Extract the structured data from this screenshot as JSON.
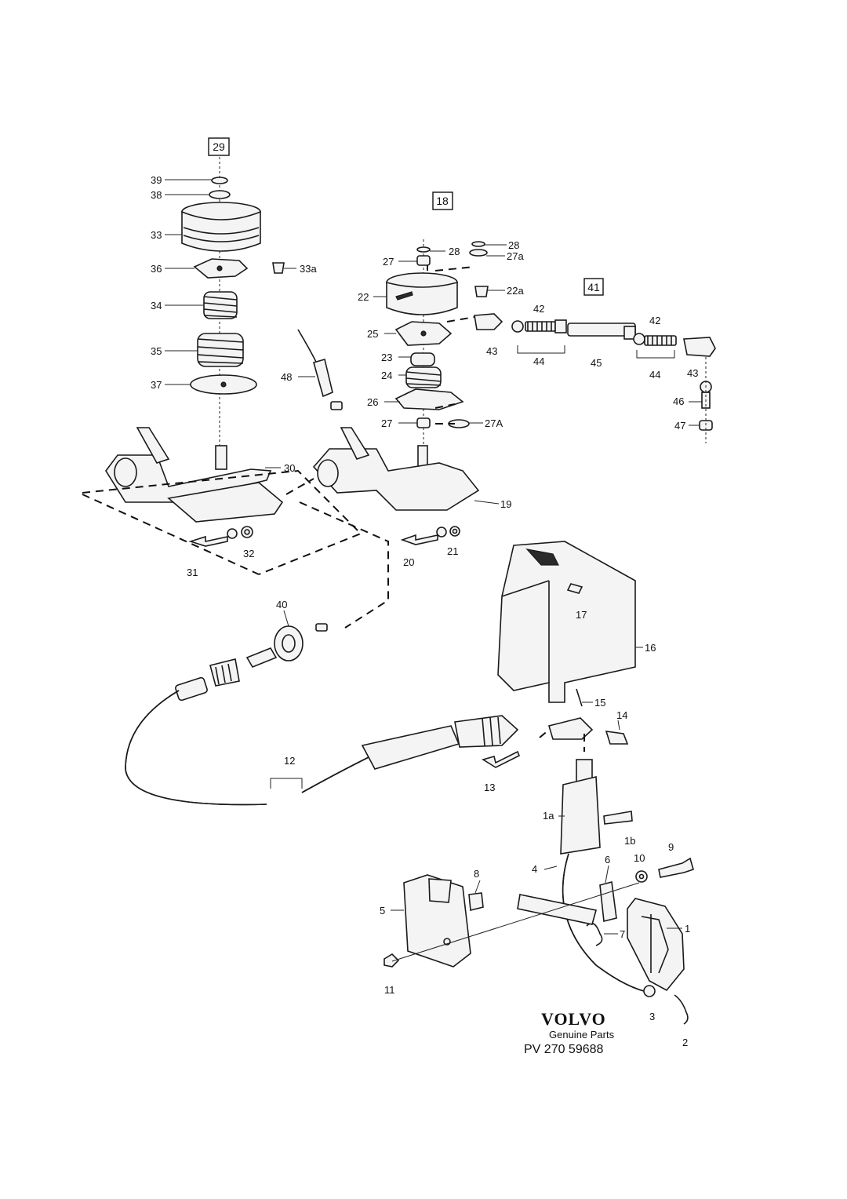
{
  "parts": {
    "p1": "1",
    "p1a": "1a",
    "p1b": "1b",
    "p2": "2",
    "p3": "3",
    "p4": "4",
    "p5": "5",
    "p6": "6",
    "p7": "7",
    "p8": "8",
    "p9": "9",
    "p10": "10",
    "p11": "11",
    "p12": "12",
    "p13": "13",
    "p14": "14",
    "p15": "15",
    "p16": "16",
    "p17": "17",
    "p19": "19",
    "p20": "20",
    "p21": "21",
    "p22": "22",
    "p22a": "22a",
    "p23": "23",
    "p24": "24",
    "p25": "25",
    "p26": "26",
    "p27_top": "27",
    "p27a": "27a",
    "p27_bottom": "27",
    "p27A": "27A",
    "p28_left": "28",
    "p28_right": "28",
    "p30": "30",
    "p31": "31",
    "p32": "32",
    "p33": "33",
    "p33a": "33a",
    "p34": "34",
    "p35": "35",
    "p36": "36",
    "p37": "37",
    "p38": "38",
    "p39": "39",
    "p40": "40",
    "p42_left": "42",
    "p42_right": "42",
    "p43_left": "43",
    "p43_right": "43",
    "p44_left": "44",
    "p44_right": "44",
    "p45": "45",
    "p46": "46",
    "p47": "47",
    "p48": "48"
  },
  "groups": {
    "g29": "29",
    "g18": "18",
    "g41": "41"
  },
  "footer": {
    "brand": "VOLVO",
    "tagline": "Genuine Parts",
    "ref": "PV 270 59688"
  }
}
